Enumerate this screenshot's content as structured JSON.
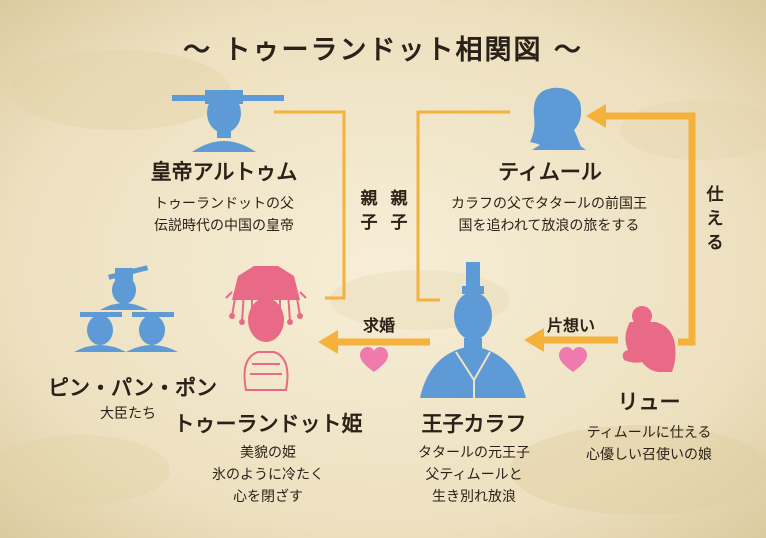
{
  "title": "～ トゥーランドット相関図 ～",
  "characters": {
    "emperor": {
      "name": "皇帝アルトゥム",
      "desc": [
        "トゥーランドットの父",
        "伝説時代の中国の皇帝"
      ]
    },
    "timur": {
      "name": "ティムール",
      "desc": [
        "カラフの父でタタールの前国王",
        "国を追われて放浪の旅をする"
      ]
    },
    "ministers": {
      "name": "ピン・パン・ポン",
      "desc": [
        "大臣たち"
      ]
    },
    "turandot": {
      "name": "トゥーランドット姫",
      "desc": [
        "美貌の姫",
        "氷のように冷たく",
        "心を閉ざす"
      ]
    },
    "calaf": {
      "name": "王子カラフ",
      "desc": [
        "タタールの元王子",
        "父ティムールと",
        "生き別れ放浪"
      ]
    },
    "liu": {
      "name": "リュー",
      "desc": [
        "ティムールに仕える",
        "心優しい召使いの娘"
      ]
    }
  },
  "relations": {
    "parent_child_left": "親子",
    "parent_child_right": "親子",
    "proposal": "求婚",
    "unrequited": "片想い",
    "serves": "仕える"
  },
  "colors": {
    "background": "#efe4c6",
    "male_silhouette": "#5d9ad6",
    "female_silhouette": "#e96a86",
    "connector": "#f4b23c",
    "heart": "#ee7aae"
  }
}
